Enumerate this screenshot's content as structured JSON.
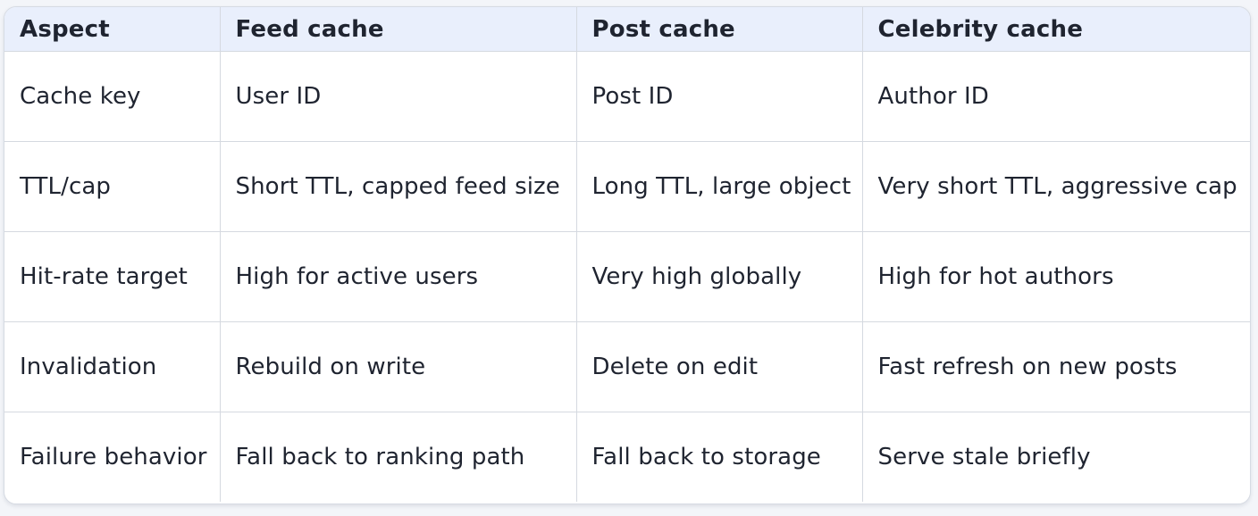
{
  "table": {
    "headers": [
      "Aspect",
      "Feed cache",
      "Post cache",
      "Celebrity cache"
    ],
    "rows": [
      [
        "Cache key",
        "User ID",
        "Post ID",
        "Author ID"
      ],
      [
        "TTL/cap",
        "Short TTL, capped feed size",
        "Long TTL, large object",
        "Very short TTL, aggressive cap"
      ],
      [
        "Hit-rate target",
        "High for active users",
        "Very high globally",
        "High for hot authors"
      ],
      [
        "Invalidation",
        "Rebuild on write",
        "Delete on edit",
        "Fast refresh on new posts"
      ],
      [
        "Failure behavior",
        "Fall back to ranking path",
        "Fall back to storage",
        "Serve stale briefly"
      ]
    ]
  }
}
